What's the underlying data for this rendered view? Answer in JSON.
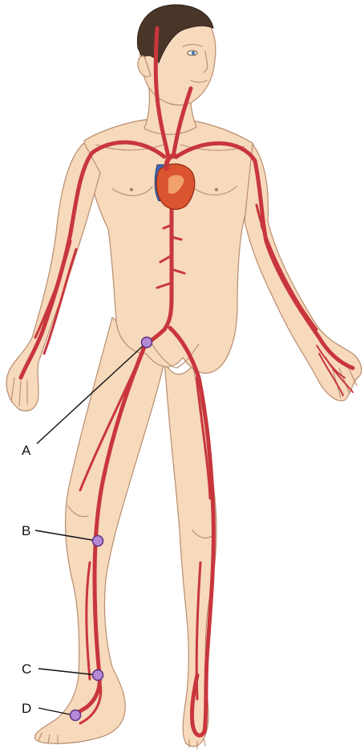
{
  "labels": {
    "a": "A",
    "b": "B",
    "c": "C",
    "d": "D"
  },
  "colors": {
    "skin": "#f7d9bc",
    "artery": "#c8363b",
    "pulse_point": "#b48ad6",
    "heart": "#d9542f",
    "vein_blue": "#3f67b5"
  }
}
